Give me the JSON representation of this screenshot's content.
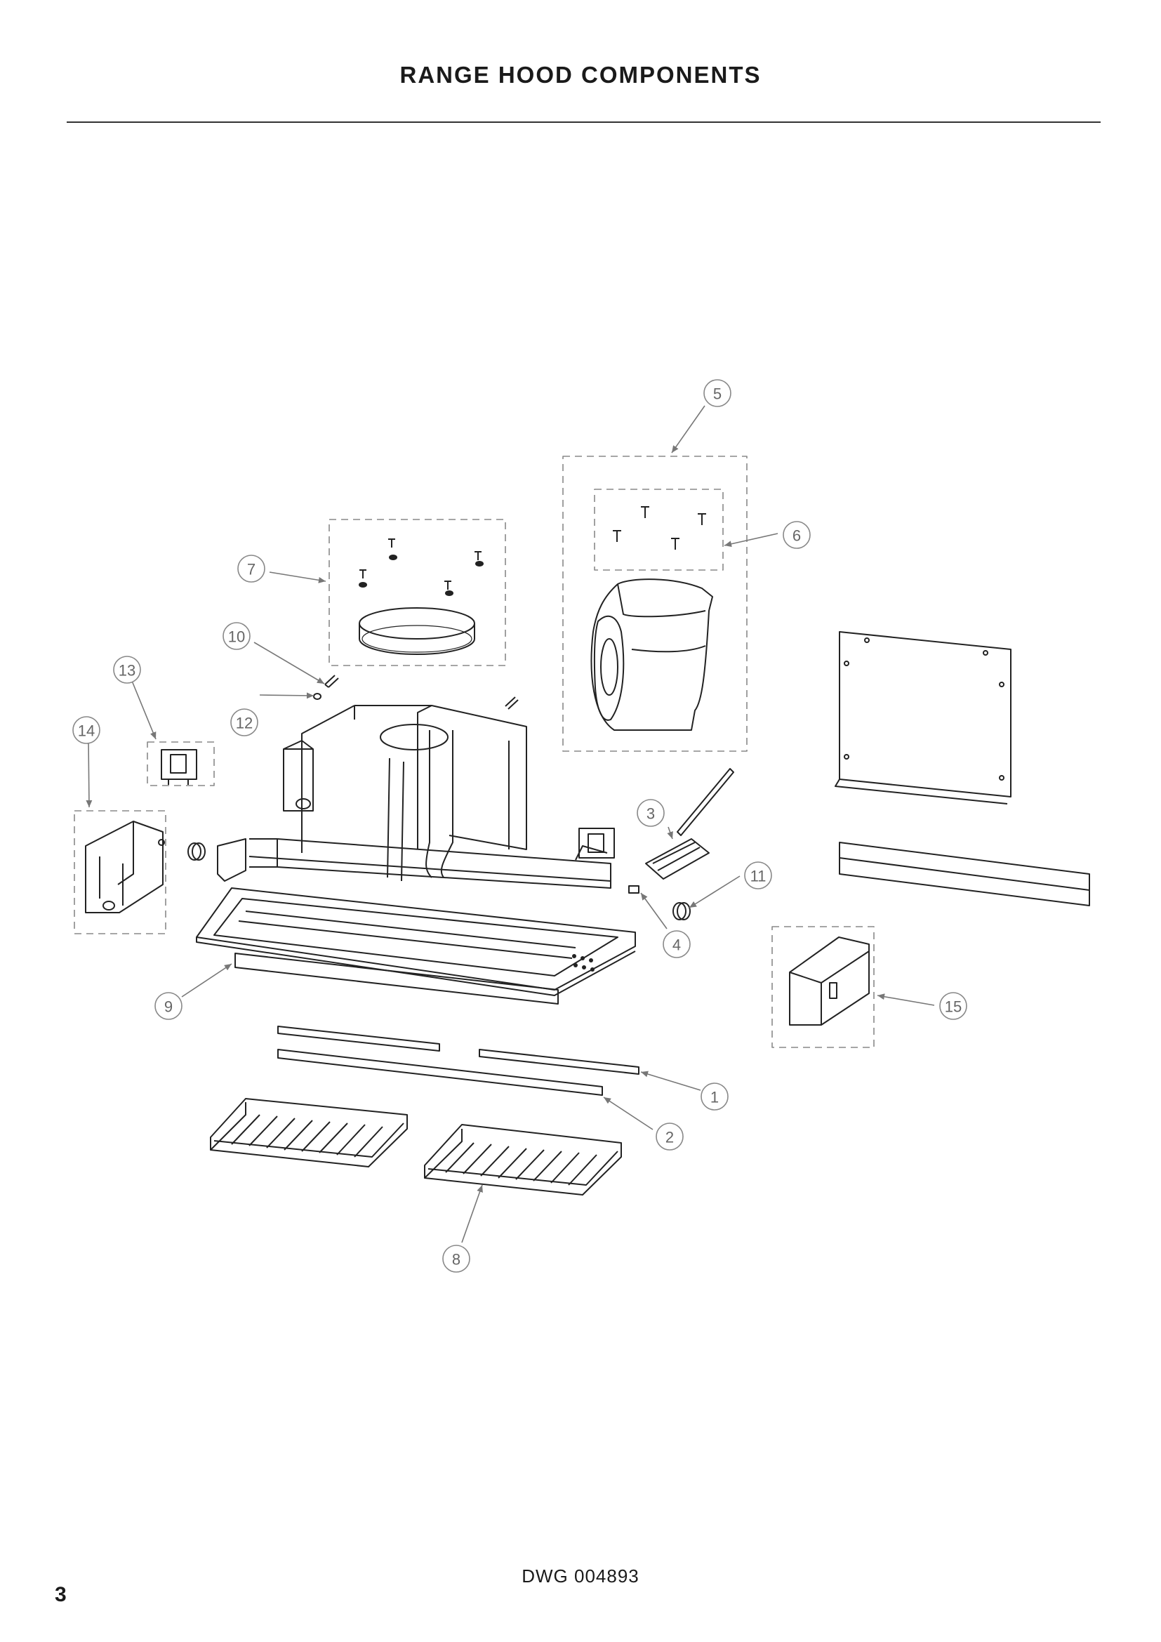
{
  "header": {
    "title": "RANGE HOOD COMPONENTS"
  },
  "diagram": {
    "callouts": [
      {
        "id": "c1",
        "label": "1"
      },
      {
        "id": "c2",
        "label": "2"
      },
      {
        "id": "c3",
        "label": "3"
      },
      {
        "id": "c4",
        "label": "4"
      },
      {
        "id": "c5",
        "label": "5"
      },
      {
        "id": "c6",
        "label": "6"
      },
      {
        "id": "c7",
        "label": "7"
      },
      {
        "id": "c8",
        "label": "8"
      },
      {
        "id": "c9",
        "label": "9"
      },
      {
        "id": "c10",
        "label": "10"
      },
      {
        "id": "c11",
        "label": "11"
      },
      {
        "id": "c12",
        "label": "12"
      },
      {
        "id": "c13",
        "label": "13"
      },
      {
        "id": "c14",
        "label": "14"
      },
      {
        "id": "c15",
        "label": "15"
      }
    ]
  },
  "footer": {
    "drawing_number": "DWG 004893",
    "page_number": "3"
  }
}
